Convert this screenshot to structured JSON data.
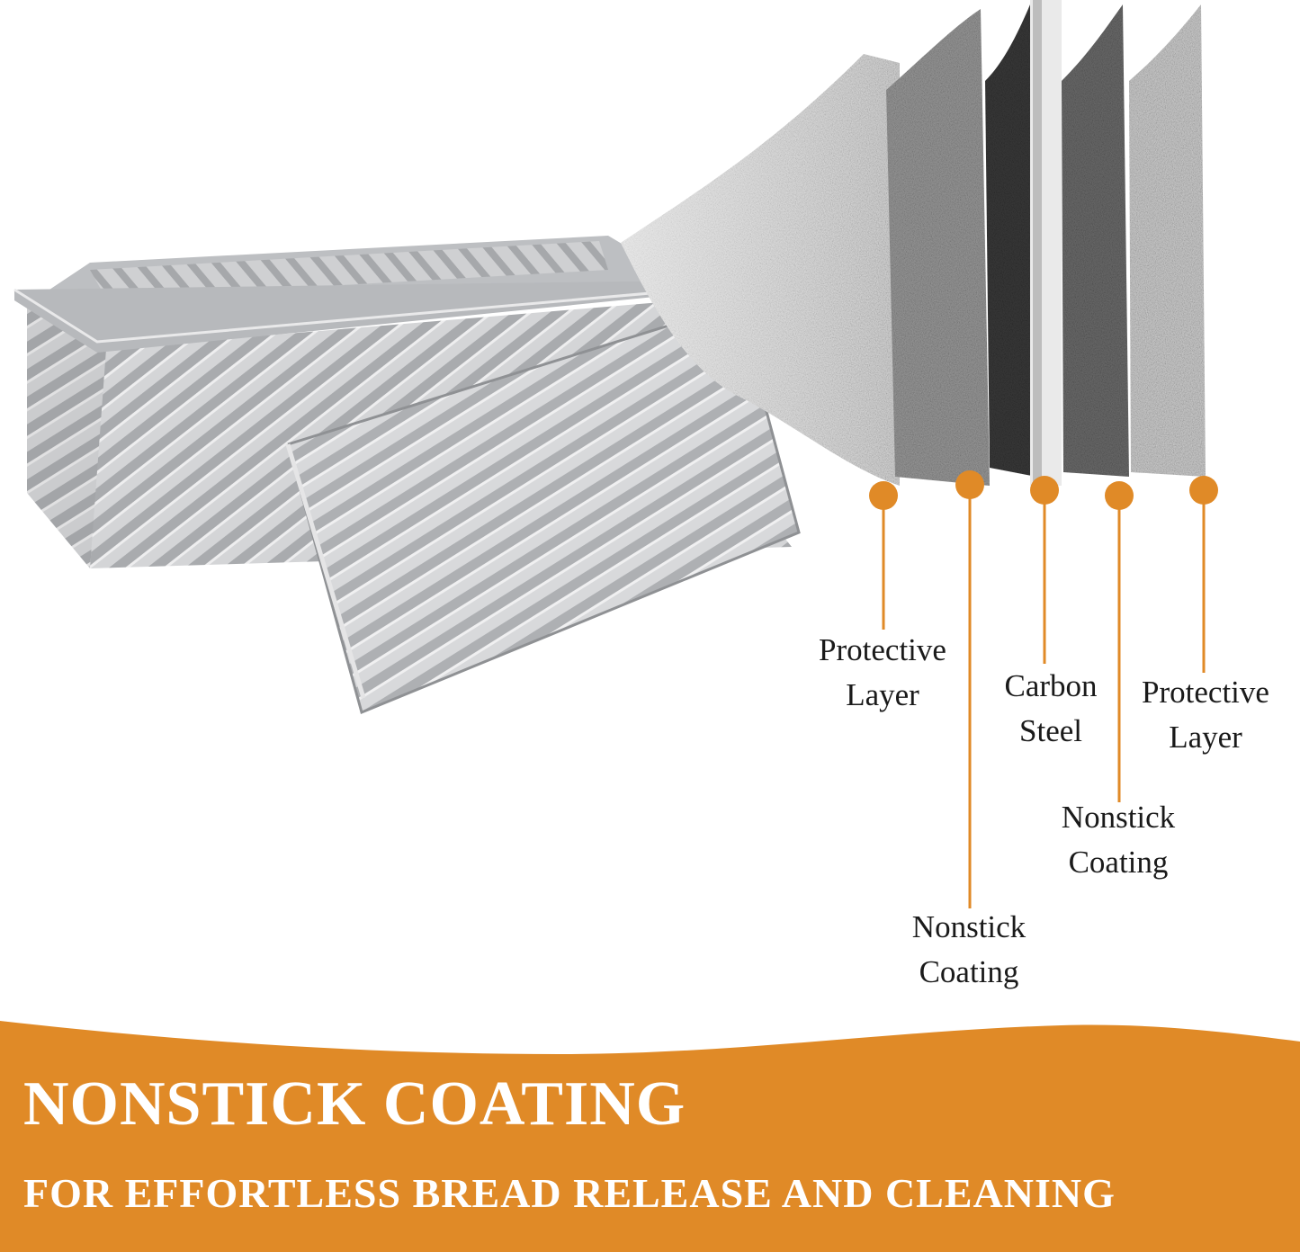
{
  "colors": {
    "accent": "#e08a27",
    "pan_silver": "#c8c9cb",
    "banner_text": "#ffffff"
  },
  "layers": [
    {
      "line1": "Protective",
      "line2": "Layer"
    },
    {
      "line1": "Nonstick",
      "line2": "Coating"
    },
    {
      "line1": "Carbon",
      "line2": "Steel"
    },
    {
      "line1": "Nonstick",
      "line2": "Coating"
    },
    {
      "line1": "Protective",
      "line2": "Layer"
    }
  ],
  "banner": {
    "title": "NONSTICK COATING",
    "subtitle": "FOR EFFORTLESS BREAD RELEASE AND CLEANING"
  }
}
